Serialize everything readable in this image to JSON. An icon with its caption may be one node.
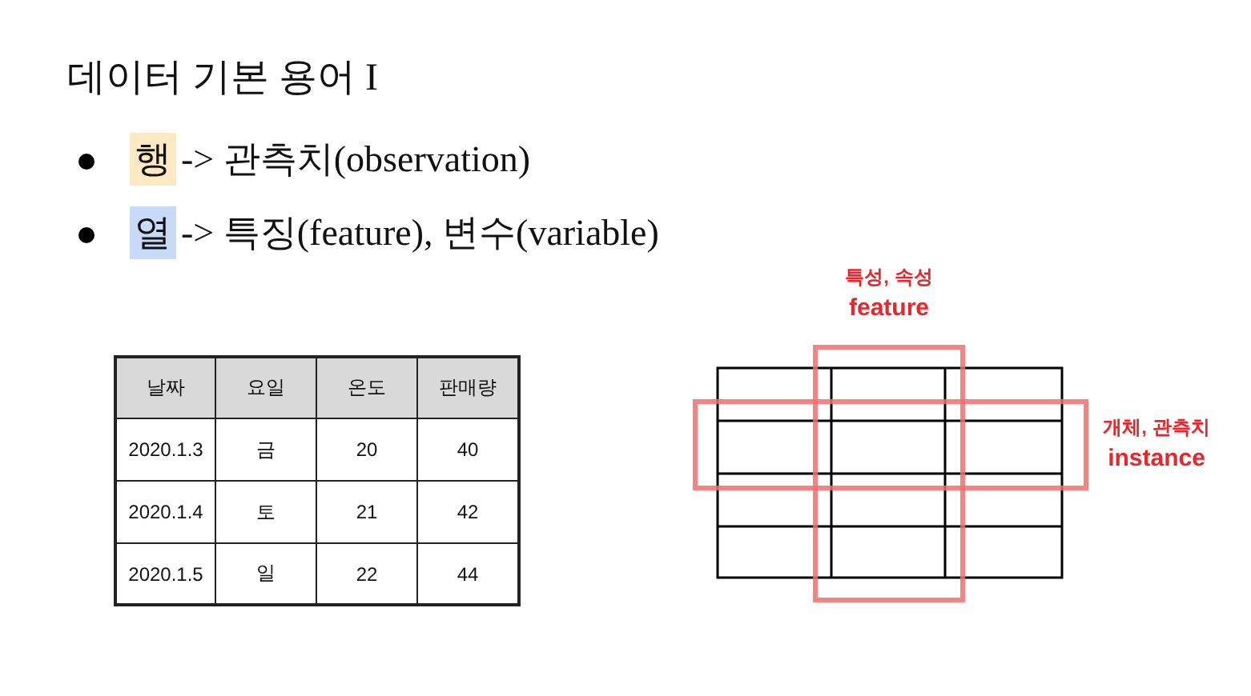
{
  "diagram": {
    "title": "데이터 기본 용어 I",
    "labels": [
      "행",
      "-> 관측치(observation)",
      "열",
      "-> 특징(feature), 변수(variable)",
      "특성, 속성",
      "feature",
      "개체, 관측치",
      "instance",
      "날짜",
      "요일",
      "온도",
      "판매량",
      "2020.1.3",
      "금",
      "20",
      "40",
      "2020.1.4",
      "토",
      "21",
      "42",
      "2020.1.5",
      "일",
      "22",
      "44"
    ]
  }
}
